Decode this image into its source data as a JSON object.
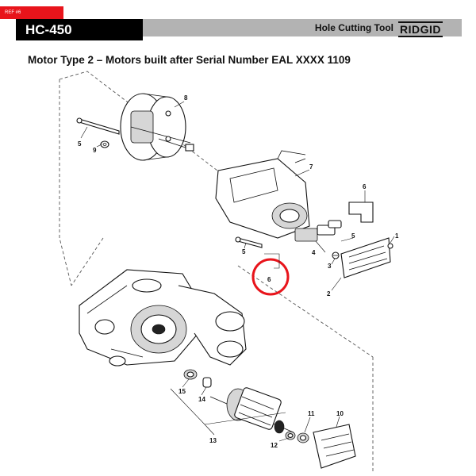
{
  "header": {
    "ref_tab": "REF #6",
    "model": "HC-450",
    "tool_title": "Hole Cutting Tool",
    "brand": "RIDGID"
  },
  "page_heading": "Motor Type 2 –  Motors built after Serial Number EAL XXXX 1109",
  "callouts": [
    "1",
    "2",
    "3",
    "4",
    "5",
    "5",
    "6",
    "6",
    "7",
    "8",
    "9",
    "10",
    "11",
    "12",
    "13",
    "14",
    "15"
  ],
  "colors": {
    "highlight_ring": "#e8141b",
    "header_bar": "#b3b3b3",
    "brand_ink": "#111111"
  }
}
